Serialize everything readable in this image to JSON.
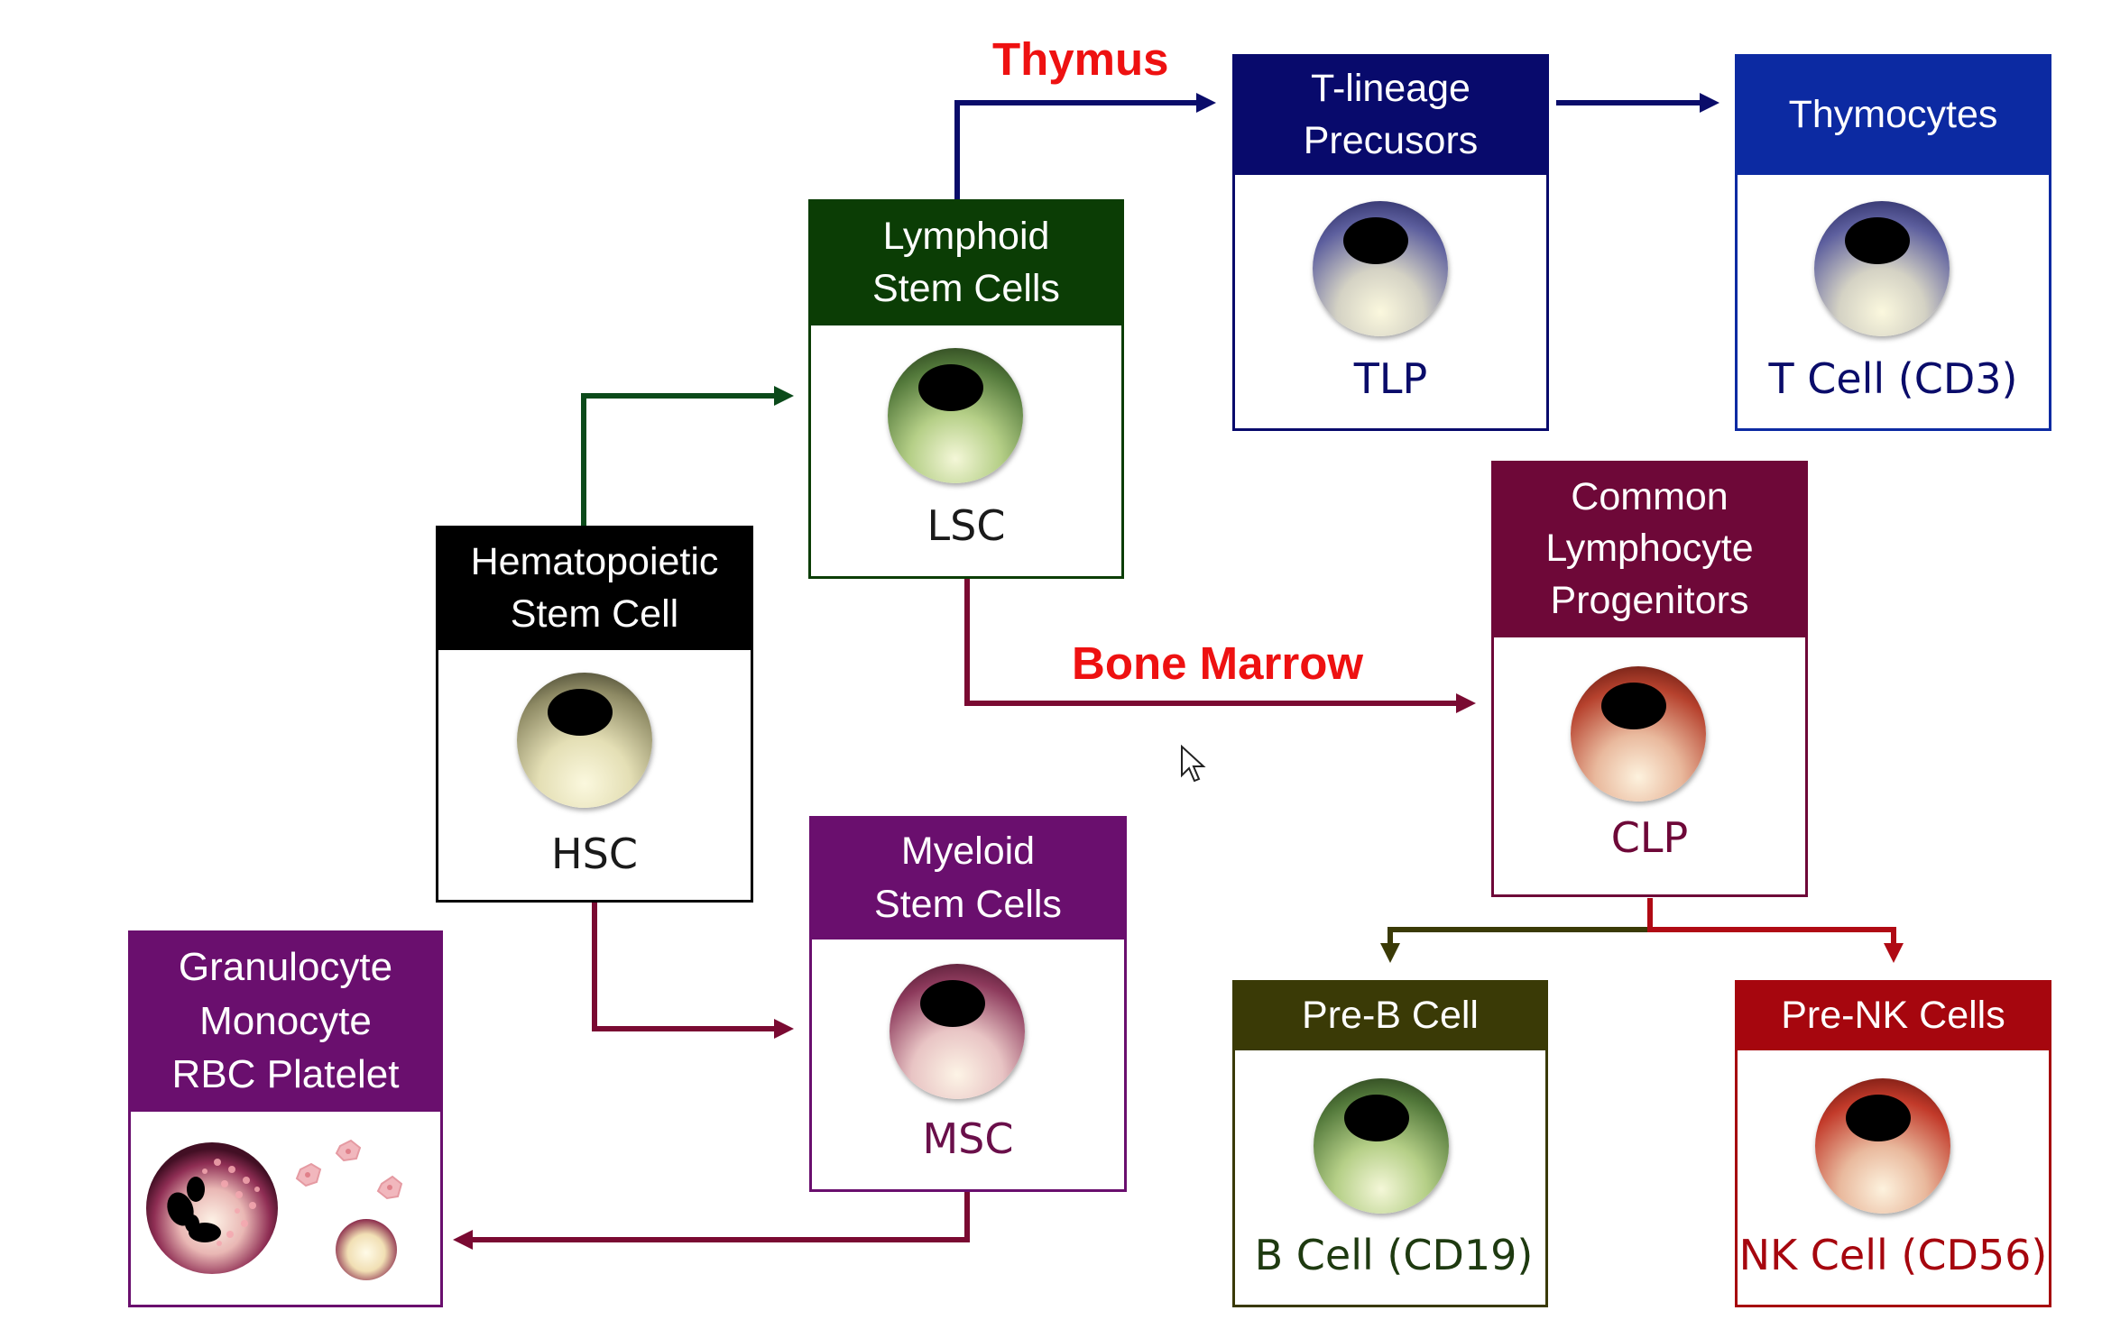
{
  "routes": {
    "thymus": "Thymus",
    "bone_marrow": "Bone Marrow"
  },
  "cards": {
    "hsc": {
      "title": "Hematopoietic Stem Cell",
      "code": "HSC",
      "color": "#000000"
    },
    "lsc": {
      "title": "Lymphoid Stem Cells",
      "code": "LSC",
      "color": "#0b3d05"
    },
    "msc": {
      "title": "Myeloid Stem Cells",
      "code": "MSC",
      "color": "#6a0f6e"
    },
    "tlp": {
      "title": "T-lineage Precusors",
      "code": "TLP",
      "color": "#080a6c"
    },
    "thymocytes": {
      "title": "Thymocytes",
      "code": "T Cell (CD3)",
      "color": "#0c2aa2"
    },
    "clp": {
      "title": "Common Lymphocyte Progenitors",
      "code": "CLP",
      "color": "#6e0838"
    },
    "pre_b": {
      "title": "Pre-B Cell",
      "code": "B Cell (CD19)",
      "color": "#3a3a06"
    },
    "pre_nk": {
      "title": "Pre-NK Cells",
      "code": "NK Cell (CD56)",
      "color": "#a6060e"
    },
    "mature": {
      "title": "Granulocyte Monocyte RBC Platelet",
      "color": "#6a0f6e"
    }
  },
  "colors": {
    "thymus_label": "#ee1111",
    "arrow_lymphoid": "#0b4a1a",
    "arrow_thymus": "#0a0c6a",
    "arrow_marrow": "#7a0a32",
    "arrow_b": "#3a3a06",
    "arrow_nk": "#b00a14"
  }
}
